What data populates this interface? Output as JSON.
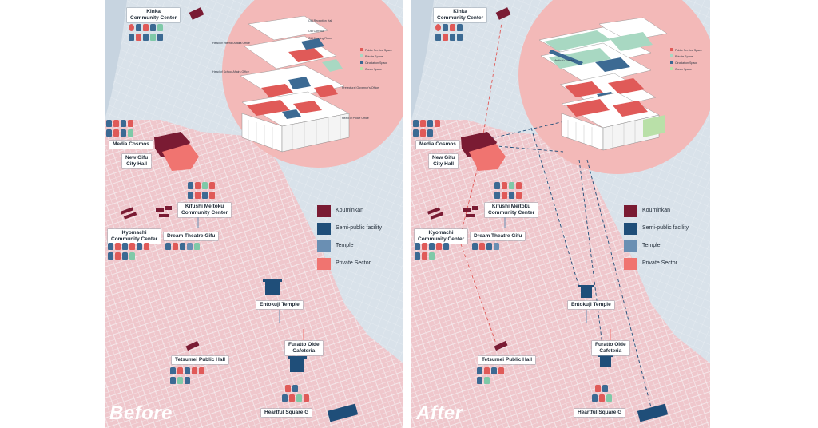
{
  "colors": {
    "kouminkan": "#7a1b33",
    "semi_public": "#1f4e79",
    "temple": "#6a8fb3",
    "private": "#f07470",
    "map_bg": "#d9e2ea",
    "pink_zone": "#efc7cc",
    "circle": "#f3b9b8"
  },
  "before": {
    "title": "Before",
    "places": {
      "kinka": "Kinka\nCommunity Center",
      "media": "Media Cosmos",
      "newgifu": "New Gifu\nCity Hall",
      "kifushi": "Kifushi Meitoku\nCommunity Center",
      "kyomachi": "Kyomachi\nCommunity Center",
      "dream": "Dream Theatre Gifu",
      "entokuji": "Entokuji Temple",
      "furatto": "Furatto Oide\nCafeteria",
      "tetsumei": "Tetsumei Public Hall",
      "heartful": "Heartful Square G"
    },
    "exploded_labels": [
      "Old Reception Hall",
      "Old Corridor",
      "Old Meeting Room",
      "Head of Internal Affairs Office",
      "Head of School Affairs Office",
      "Prefectural Governor's Office",
      "Head of Police Office"
    ],
    "exploded_legend": [
      "Public Service Space",
      "Private Space",
      "Circulation Space",
      "Green Space"
    ]
  },
  "after": {
    "title": "After",
    "places": {
      "kinka": "Kinka\nCommunity Center",
      "media": "Media Cosmos",
      "newgifu": "New Gifu\nCity Hall",
      "kifushi": "Kifushi Meitoku\nCommunity Center",
      "kyomachi": "Kyomachi\nCommunity Center",
      "dream": "Dream Theatre Gifu",
      "entokuji": "Entokuji Temple",
      "furatto": "Furatto Oide\nCafeteria",
      "tetsumei": "Tetsumei Public Hall",
      "heartful": "Heartful Square G"
    },
    "exploded_labels": [
      "Medical Corridor"
    ],
    "exploded_legend": [
      "Public Service Space",
      "Private Space",
      "Circulation Space",
      "Green Space"
    ]
  },
  "legend": [
    {
      "label": "Kouminkan",
      "color": "#7a1b33"
    },
    {
      "label": "Semi-public facility",
      "color": "#1f4e79"
    },
    {
      "label": "Temple",
      "color": "#6a8fb3"
    },
    {
      "label": "Private Sector",
      "color": "#f07470"
    }
  ]
}
